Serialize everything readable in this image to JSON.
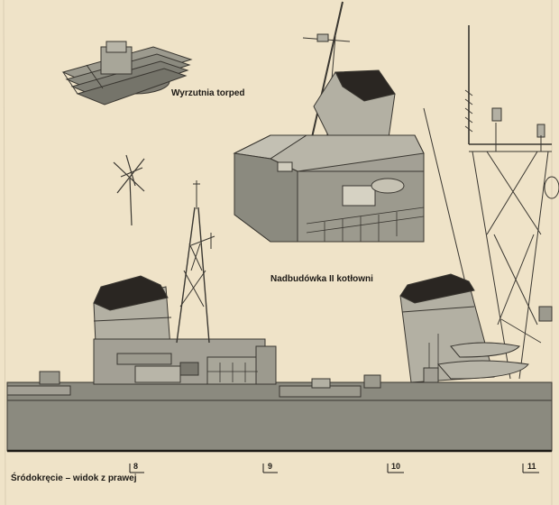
{
  "labels": {
    "torpedo_launcher": "Wyrzutnia torped",
    "superstructure": "Nadbudówka II kotłowni",
    "caption": "Śródokręcie – widok z prawej"
  },
  "stations": [
    "8",
    "9",
    "10",
    "11"
  ],
  "colors": {
    "paper": "#efe3c8",
    "hull_gray": "#8b8a7f",
    "light_gray": "#b3b0a3",
    "dark_gray": "#5e5d55",
    "funnel_cap": "#2a2622",
    "ink": "#1d1a16"
  }
}
